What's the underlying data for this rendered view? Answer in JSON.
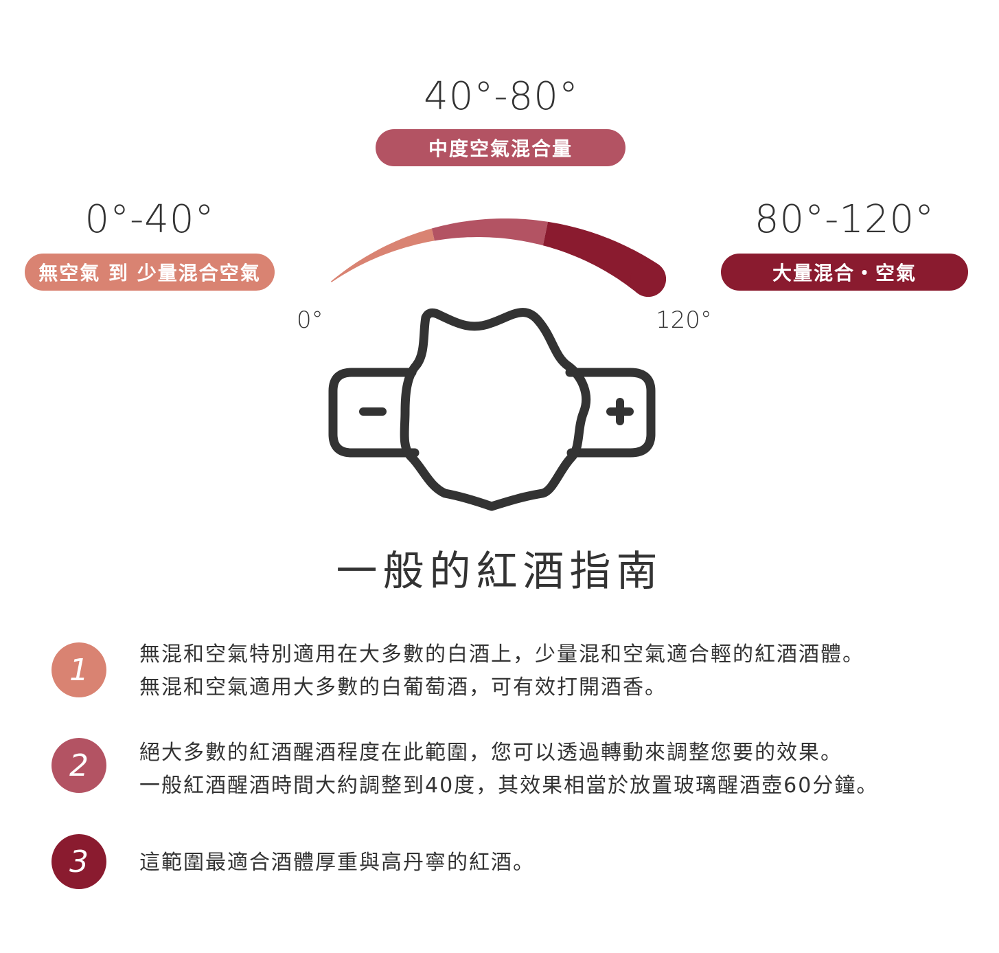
{
  "colors": {
    "low": "#d98372",
    "medium": "#b35363",
    "high": "#8a1b2f",
    "outline": "#333333"
  },
  "ranges": [
    {
      "value": "0°-40°",
      "label": "無空氣 到 少量混合空氣",
      "color": "#d98372"
    },
    {
      "value": "40°-80°",
      "label": "中度空氣混合量",
      "color": "#b35363"
    },
    {
      "value": "80°-120°",
      "label": "大量混合・空氣",
      "color": "#8a1b2f"
    }
  ],
  "dial": {
    "start_label": "0°",
    "end_label": "120°",
    "arc_segments": [
      {
        "from": 0,
        "to": 40,
        "color": "#d98372"
      },
      {
        "from": 40,
        "to": 80,
        "color": "#b35363"
      },
      {
        "from": 80,
        "to": 120,
        "color": "#8a1b2f"
      }
    ],
    "minus_icon": "minus-icon",
    "plus_icon": "plus-icon"
  },
  "guide": {
    "title": "一般的紅酒指南",
    "steps": [
      {
        "number": "1",
        "color": "#d98372",
        "lines": [
          "無混和空氣特別適用在大多數的白酒上，少量混和空氣適合輕的紅酒酒體。",
          "無混和空氣適用大多數的白葡萄酒，可有效打開酒香。"
        ]
      },
      {
        "number": "2",
        "color": "#b35363",
        "lines": [
          "絕大多數的紅酒醒酒程度在此範圍，您可以透過轉動來調整您要的效果。",
          "一般紅酒醒酒時間大約調整到40度，其效果相當於放置玻璃醒酒壺60分鐘。"
        ]
      },
      {
        "number": "3",
        "color": "#8a1b2f",
        "lines": [
          "這範圍最適合酒體厚重與高丹寧的紅酒。"
        ]
      }
    ]
  }
}
